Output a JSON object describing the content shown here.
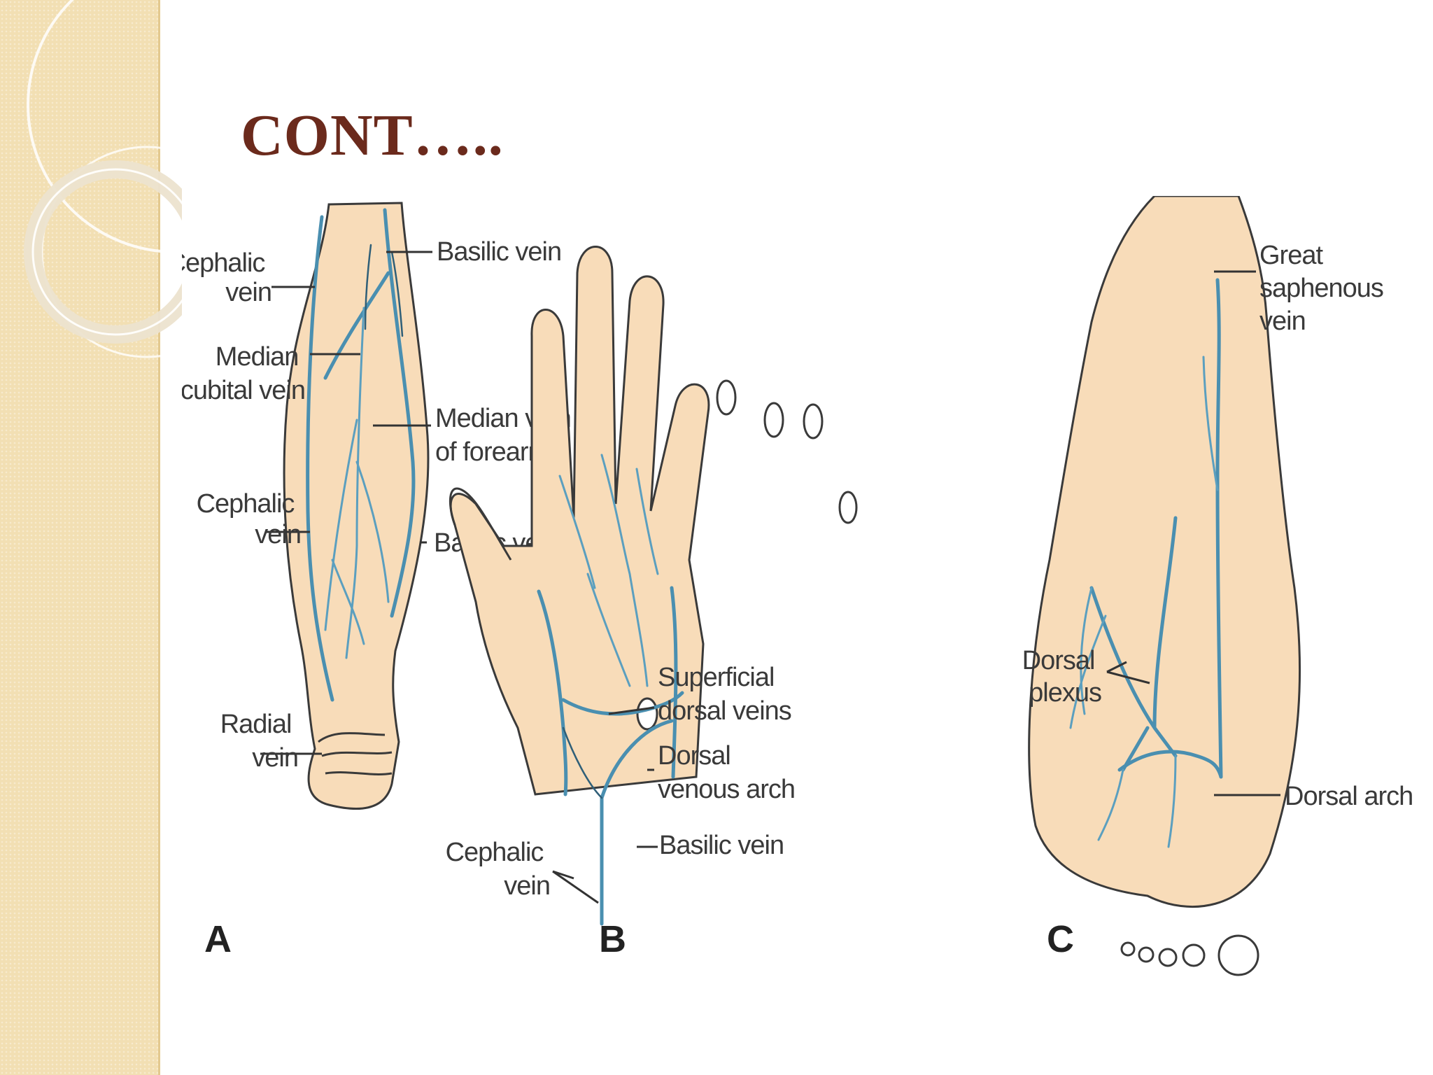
{
  "slide": {
    "title": "CONT…..",
    "colors": {
      "title": "#6b2a1c",
      "sidebar": "#f2dfb3",
      "vein": "#4a8fb0",
      "skin": "#f8dcb9"
    }
  },
  "figure": {
    "panel_a": {
      "letter": "A",
      "labels": {
        "cephalic_vein_upper": [
          "Cephalic",
          "vein"
        ],
        "basilic_vein_upper": "Basilic vein",
        "median_cubital_vein": [
          "Median",
          "cubital vein"
        ],
        "median_vein_forearm": [
          "Median vein",
          "of forearm"
        ],
        "cephalic_vein_lower": [
          "Cephalic",
          "vein"
        ],
        "basilic_vein_lower": "Basilic vein",
        "radial_vein": [
          "Radial",
          "vein"
        ]
      }
    },
    "panel_b": {
      "letter": "B",
      "labels": {
        "superficial_dorsal_veins": [
          "Superficial",
          "dorsal veins"
        ],
        "dorsal_venous_arch": [
          "Dorsal",
          "venous arch"
        ],
        "basilic_vein": "Basilic vein",
        "cephalic_vein": [
          "Cephalic",
          "vein"
        ]
      }
    },
    "panel_c": {
      "letter": "C",
      "labels": {
        "great_saphenous_vein": [
          "Great",
          "saphenous",
          "vein"
        ],
        "dorsal_plexus": [
          "Dorsal",
          "plexus"
        ],
        "dorsal_arch": "Dorsal arch"
      }
    }
  }
}
